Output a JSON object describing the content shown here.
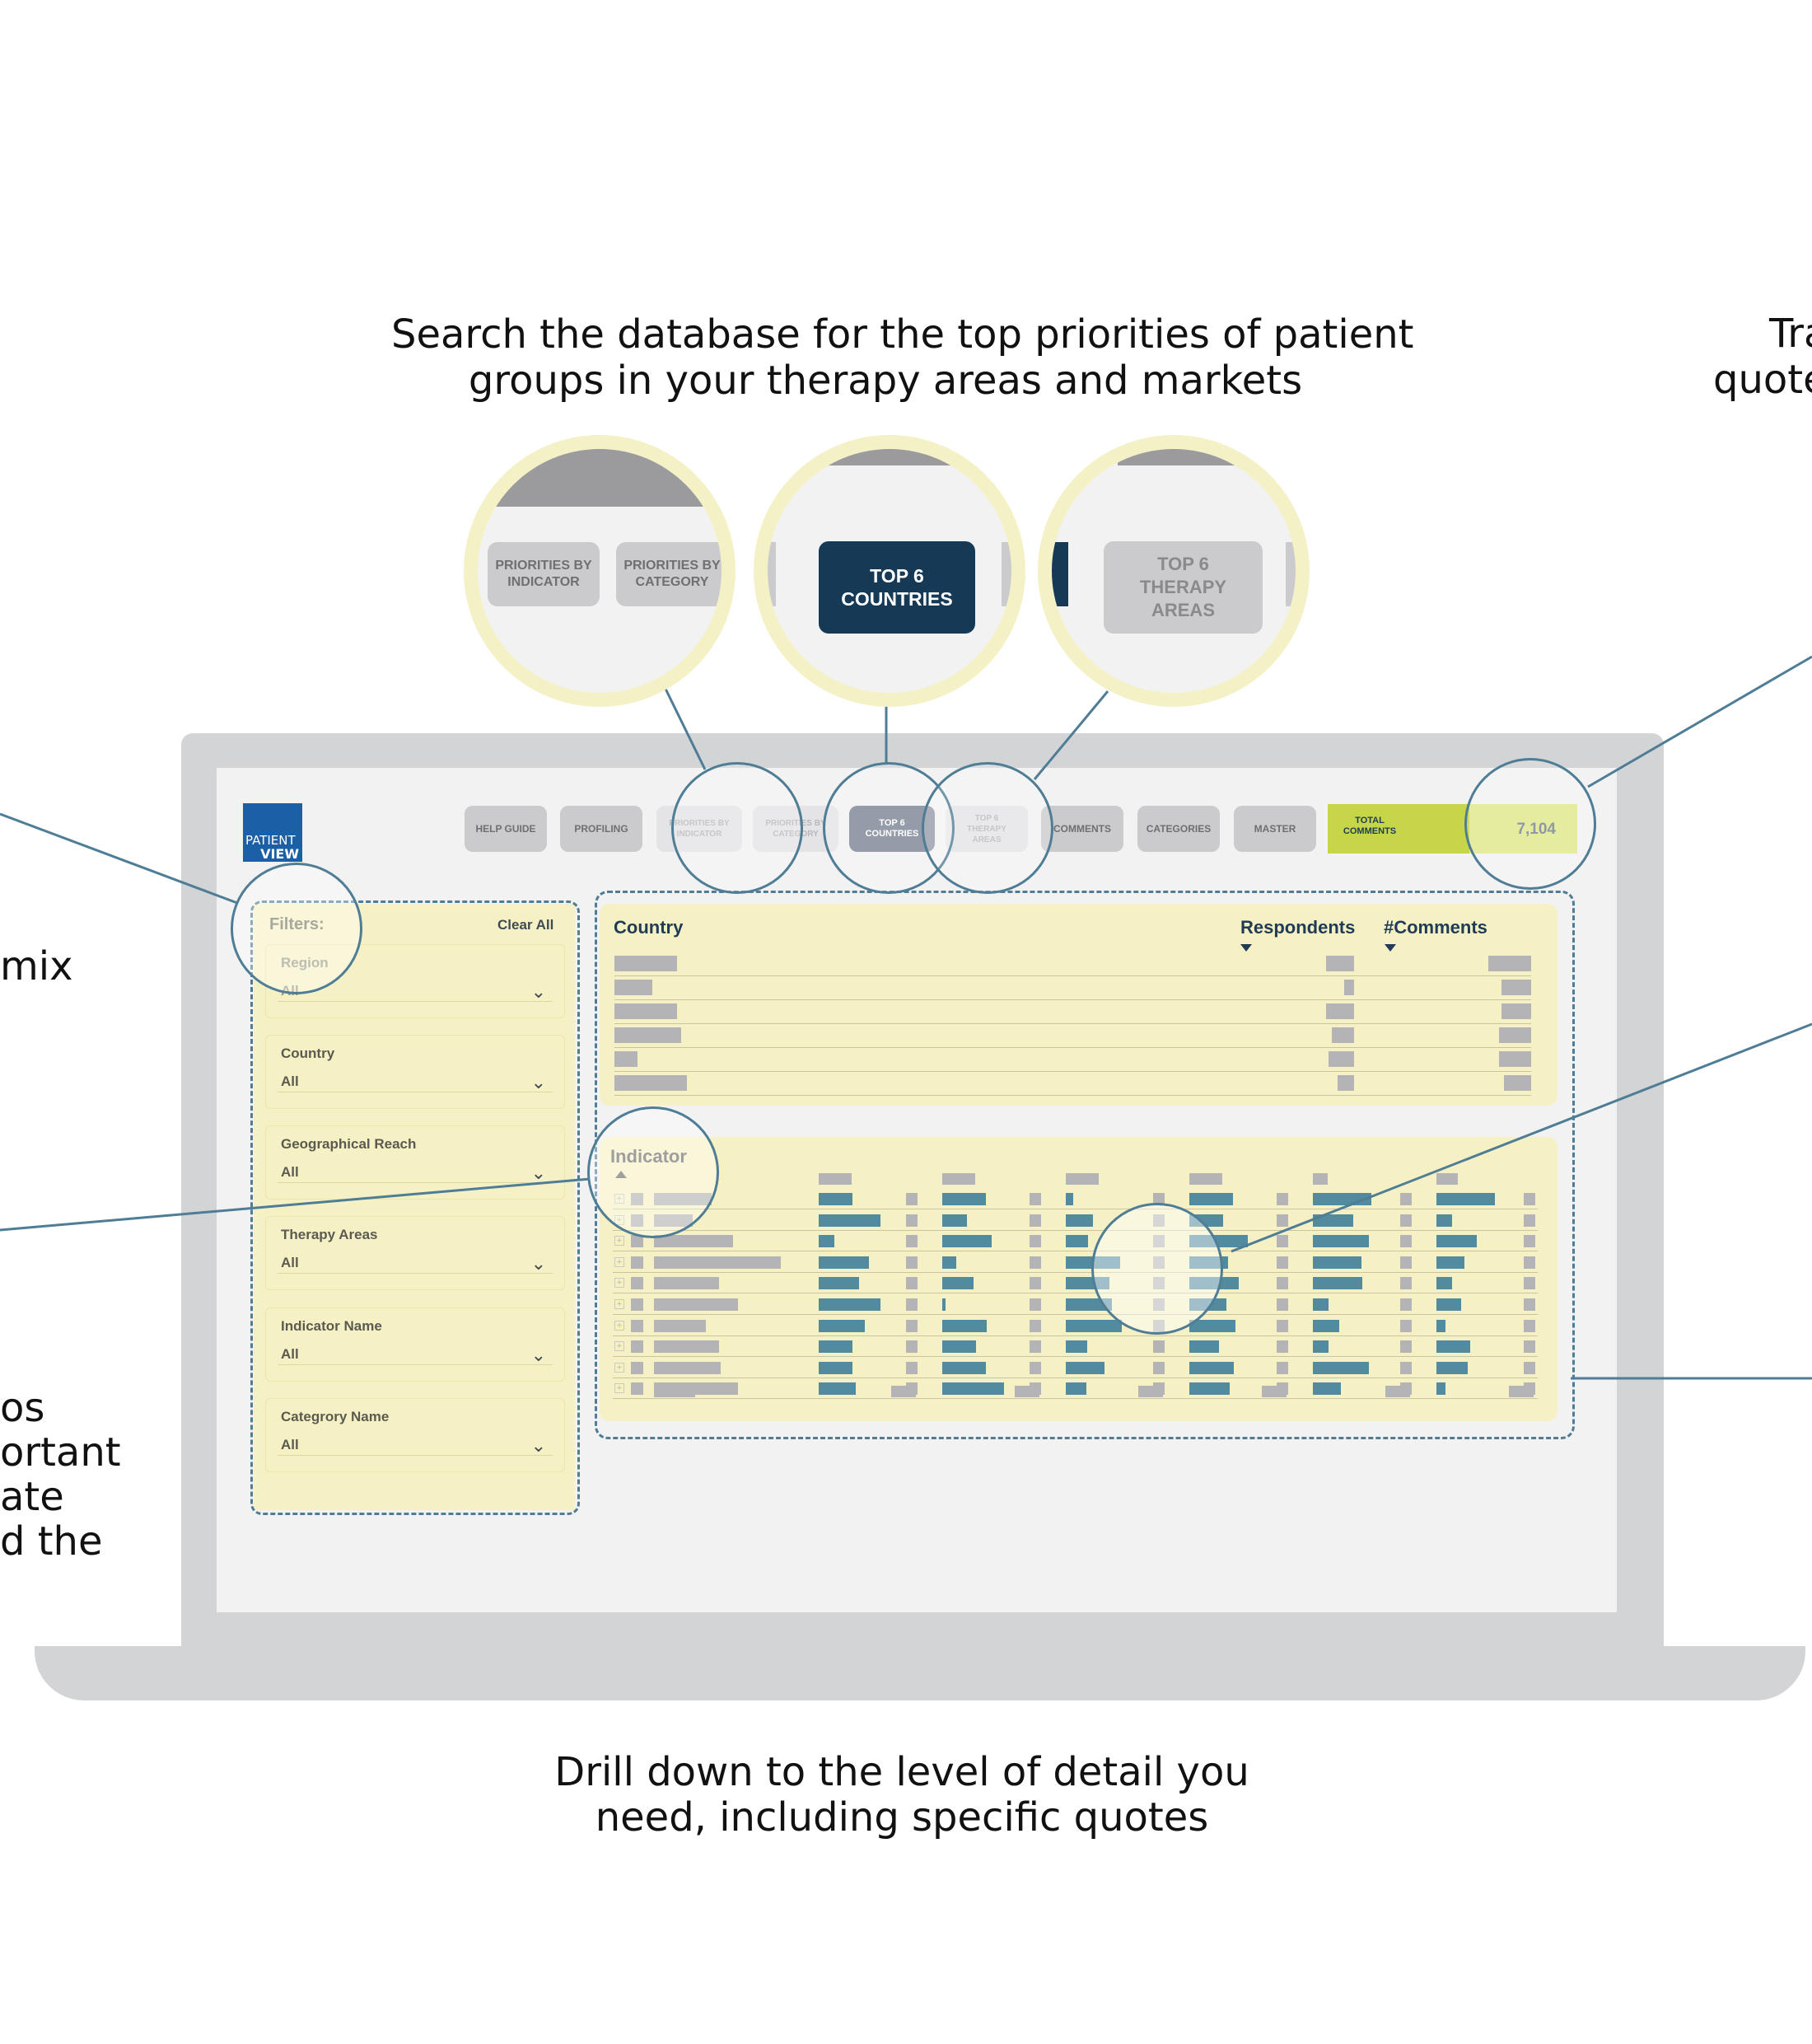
{
  "captions": {
    "top_line1": "Search the database for the top priorities of patient",
    "top_line2": "groups in your therapy areas and markets",
    "bottom_line1": "Drill down to the level of detail you",
    "bottom_line2": "need, including specific quotes",
    "right_top_line1": "Tra",
    "right_top_line2": "quote",
    "left_mix": "mix",
    "left_para_1": "os",
    "left_para_2": "ortant",
    "left_para_3": "ate",
    "left_para_4": "d the"
  },
  "logo": {
    "line1": "PATIENT",
    "line2": "VIEW"
  },
  "toolbar": {
    "help_guide": "HELP GUIDE",
    "profiling": "PROFILING",
    "priorities_by_indicator": "PRIORITIES BY INDICATOR",
    "priorities_by_category": "PRIORITIES BY CATEGORY",
    "top6_countries": "TOP 6 COUNTRIES",
    "top6_therapy_areas": "TOP 6 THERAPY AREAS",
    "comments": "COMMENTS",
    "categories": "CATEGORIES",
    "master": "MASTER",
    "total_comments_label": "TOTAL COMMENTS",
    "total_comments_value": "7,104"
  },
  "zoom": {
    "priorities_by_indicator": "PRIORITIES BY INDICATOR",
    "priorities_by_category": "PRIORITIES BY CATEGORY",
    "top6_countries": "TOP 6 COUNTRIES",
    "top6_therapy_areas": "TOP 6 THERAPY AREAS"
  },
  "filters": {
    "title": "Filters:",
    "clear_all": "Clear All",
    "groups": [
      {
        "name": "Region",
        "value": "All"
      },
      {
        "name": "Country",
        "value": "All"
      },
      {
        "name": "Geographical Reach",
        "value": "All"
      },
      {
        "name": "Therapy Areas",
        "value": "All"
      },
      {
        "name": "Indicator Name",
        "value": "All"
      },
      {
        "name": "Categrory Name",
        "value": "All"
      }
    ]
  },
  "country_table": {
    "col_country": "Country",
    "col_respondents": "Respondents",
    "col_comments": "#Comments",
    "rows": [
      {
        "name_bar": 0.54,
        "resp_bar": 0.52,
        "comm_bar": 0.8
      },
      {
        "name_bar": 0.33,
        "resp_bar": 0.18,
        "comm_bar": 0.55
      },
      {
        "name_bar": 0.54,
        "resp_bar": 0.52,
        "comm_bar": 0.55
      },
      {
        "name_bar": 0.58,
        "resp_bar": 0.42,
        "comm_bar": 0.6
      },
      {
        "name_bar": 0.2,
        "resp_bar": 0.47,
        "comm_bar": 0.6
      },
      {
        "name_bar": 0.63,
        "resp_bar": 0.3,
        "comm_bar": 0.5
      }
    ]
  },
  "indicator_table": {
    "col_indicator": "Indicator",
    "name_bars": [
      0.4,
      0.27,
      0.55,
      0.88,
      0.45,
      0.58,
      0.36,
      0.45,
      0.46,
      0.58
    ],
    "value_columns": [
      [
        0.55,
        1.0,
        0.25,
        0.82,
        0.65,
        1.0,
        0.75,
        0.55,
        0.55,
        0.6
      ],
      [
        0.7,
        0.4,
        0.8,
        0.22,
        0.5,
        0.05,
        0.72,
        0.55,
        0.7,
        1.0
      ],
      [
        0.12,
        0.44,
        0.36,
        0.88,
        0.7,
        0.75,
        0.9,
        0.35,
        0.62,
        0.33
      ],
      [
        0.7,
        0.55,
        0.95,
        0.62,
        0.8,
        0.6,
        0.75,
        0.48,
        0.72,
        0.65
      ],
      [
        0.95,
        0.65,
        0.9,
        0.78,
        0.8,
        0.25,
        0.42,
        0.25,
        0.9,
        0.45
      ],
      [
        0.95,
        0.25,
        0.65,
        0.45,
        0.25,
        0.4,
        0.15,
        0.55,
        0.5,
        0.14
      ]
    ]
  },
  "colors": {
    "accent_dark": "#163a56",
    "bar_teal": "#528aa0",
    "bar_gray": "#b4b4b6",
    "panel_yellow": "#f6f1c5",
    "total_green": "#c7d548",
    "callout_line": "#4f7d96"
  }
}
